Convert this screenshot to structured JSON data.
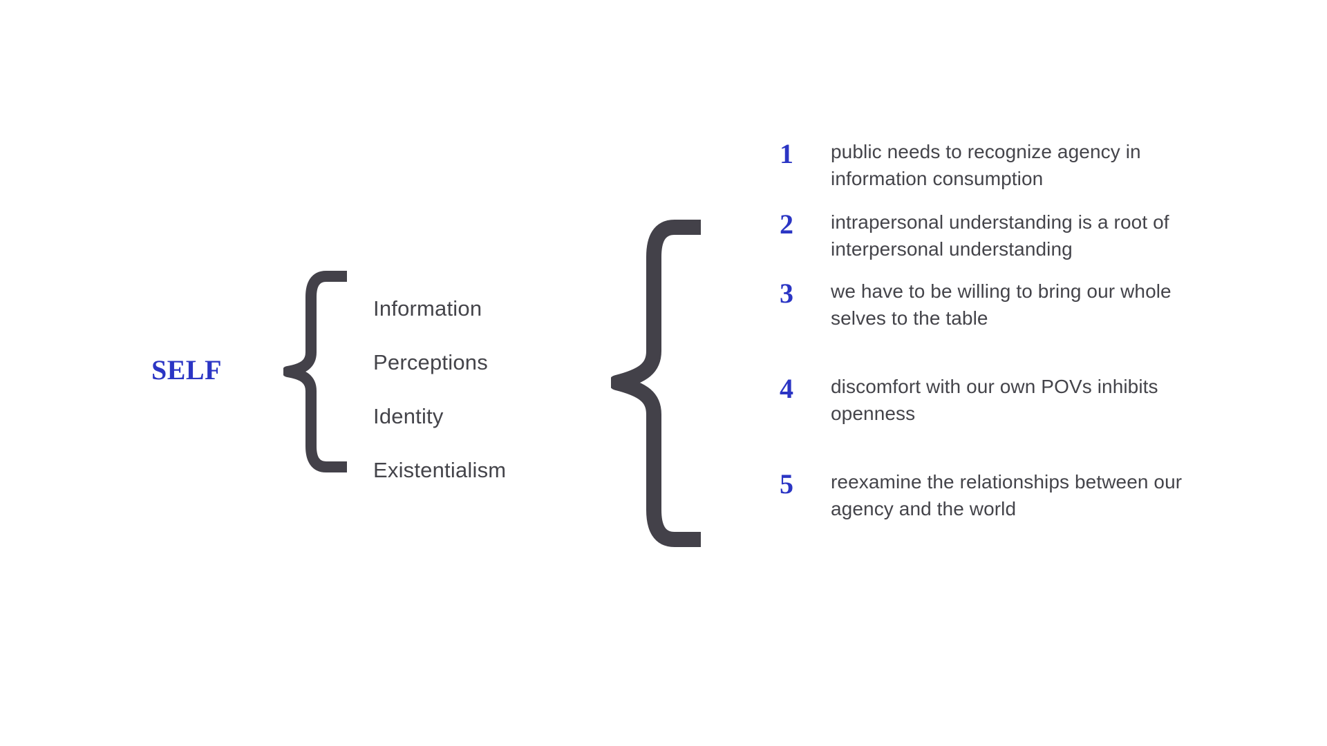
{
  "slide": {
    "background_color": "#ffffff",
    "accent_color": "#2b35c4",
    "body_text_color": "#44444a",
    "brace_color": "#434149"
  },
  "root": {
    "label": "SELF"
  },
  "aspects": {
    "items": [
      {
        "label": "Information"
      },
      {
        "label": "Perceptions"
      },
      {
        "label": "Identity"
      },
      {
        "label": "Existentialism"
      }
    ]
  },
  "takeaways": {
    "items": [
      {
        "number": "1",
        "text": "public needs to recognize agency in information consumption"
      },
      {
        "number": "2",
        "text": "intrapersonal understanding is a root of interpersonal understanding"
      },
      {
        "number": "3",
        "text": "we have to be willing to bring our whole selves to the table"
      },
      {
        "number": "4",
        "text": "discomfort with our own POVs inhibits openness"
      },
      {
        "number": "5",
        "text": "reexamine the relationships between our agency and the world"
      }
    ]
  },
  "decorations": {
    "left_brace": "left-curly-brace",
    "right_brace": "left-curly-brace"
  }
}
